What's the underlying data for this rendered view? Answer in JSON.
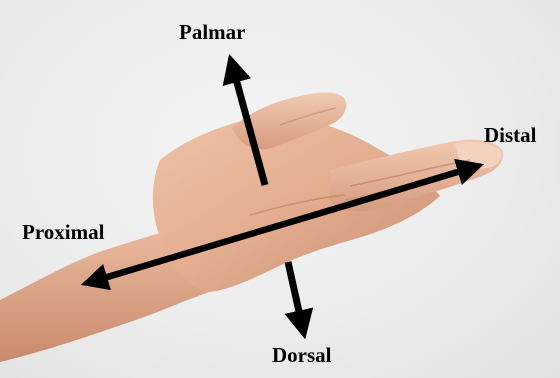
{
  "labels": {
    "palmar": "Palmar",
    "distal": "Distal",
    "proximal": "Proximal",
    "dorsal": "Dorsal"
  },
  "colors": {
    "arrow": "#000000",
    "skin": "#e7b79b",
    "background": "#eeeeee"
  }
}
